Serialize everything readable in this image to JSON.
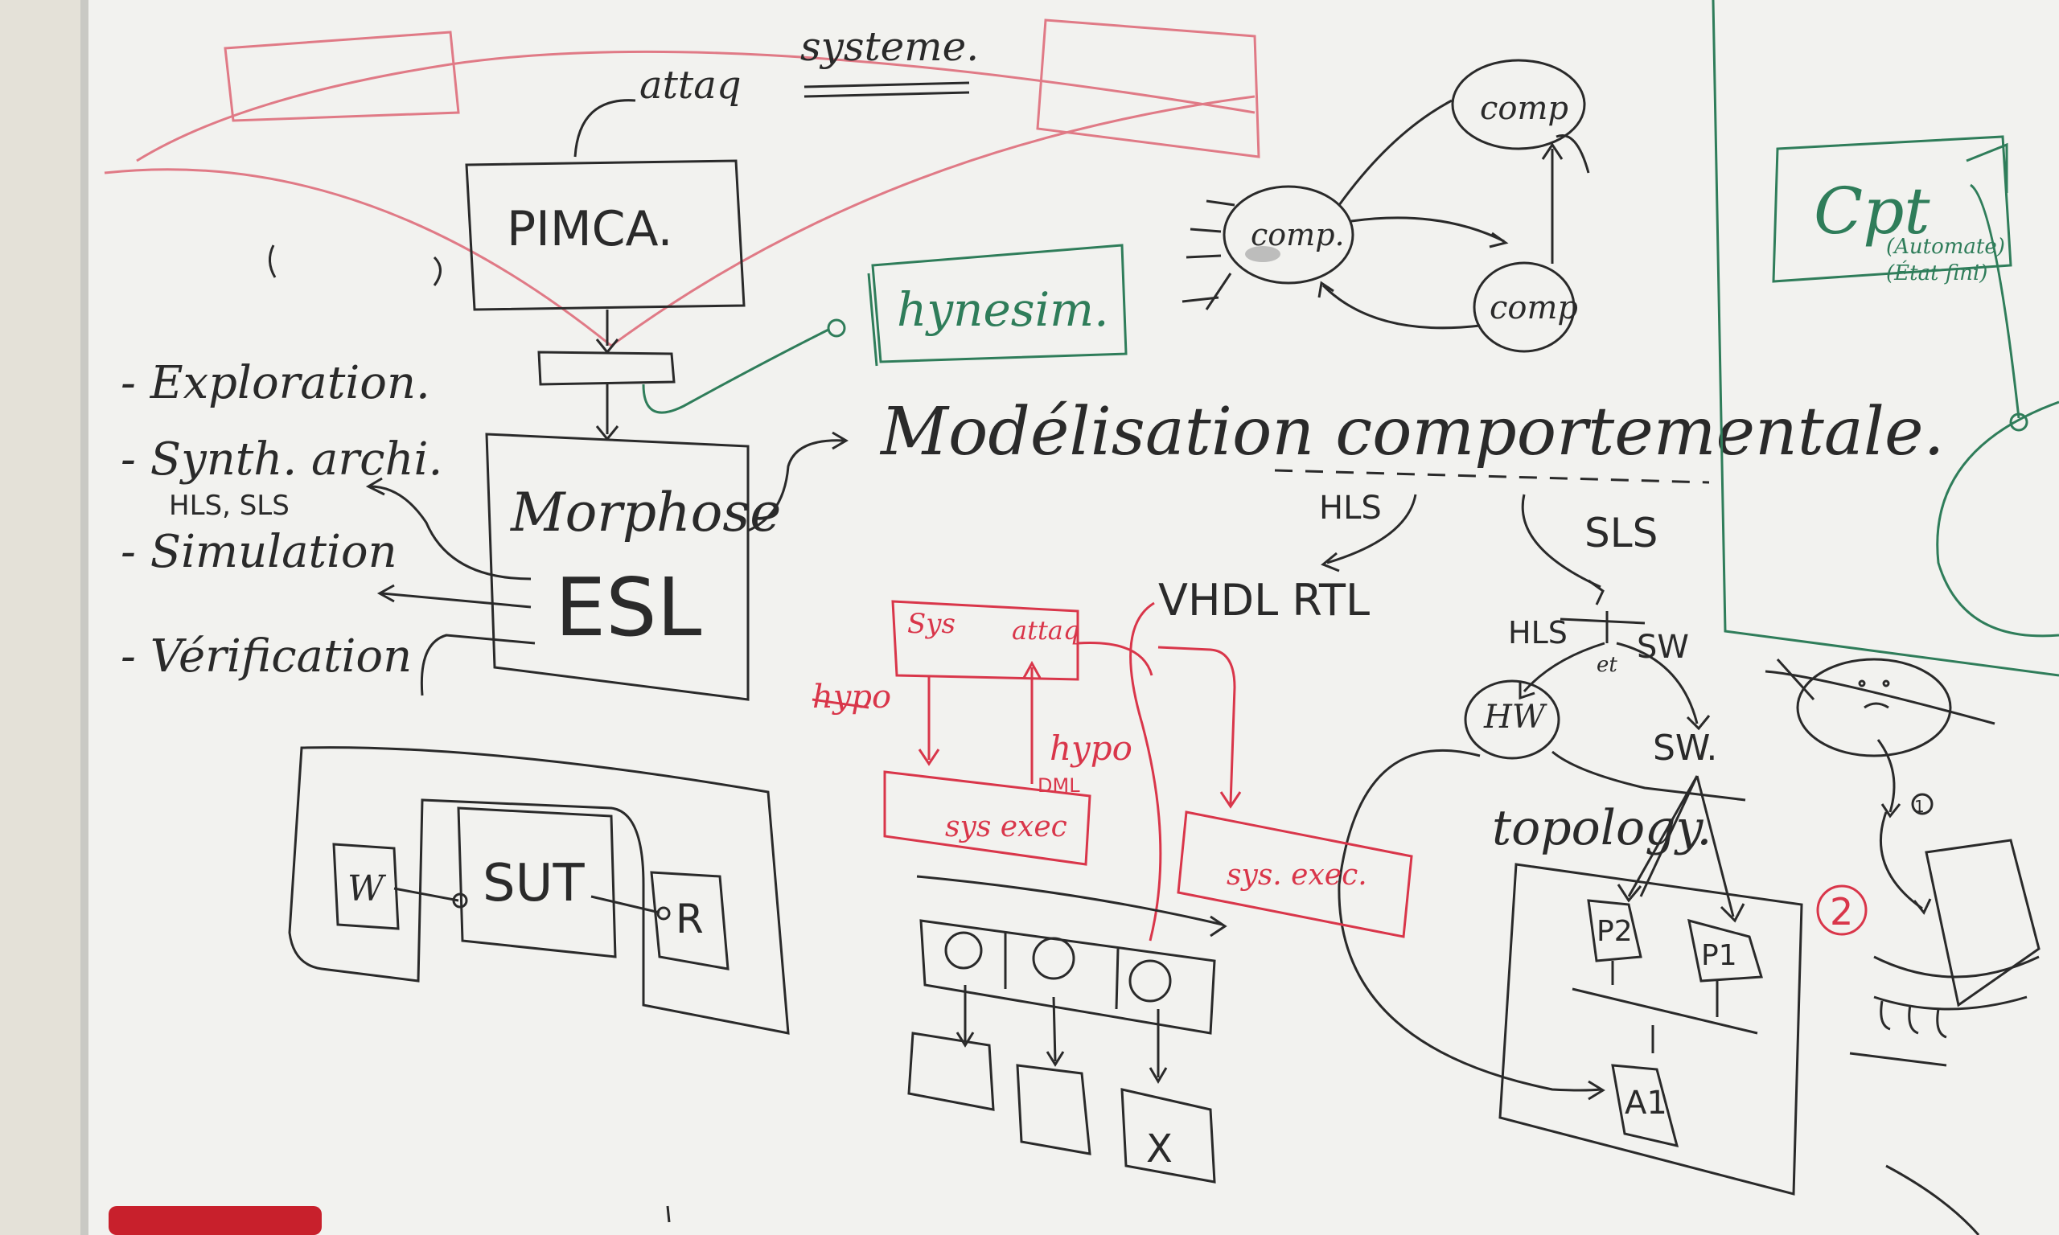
{
  "colors": {
    "black_marker": "#2a2a2a",
    "red_marker": "#d9364a",
    "green_marker": "#2f7d5a",
    "board": "#f2f2ef",
    "eraser": "#c8202c"
  },
  "texts": {
    "attaq": "attaq",
    "systeme": "systeme.",
    "pimca": "PIMCA.",
    "hypnesim": "hynesim.",
    "morphose": "Morphose",
    "esl": "ESL",
    "exploration": "- Exploration.",
    "synth": "- Synth. archi.",
    "hls_sls": "HLS, SLS",
    "simulation": "- Simulation",
    "verification": "- Vérification",
    "modelisation": "Modélisation comportementale.",
    "hls_top": "HLS",
    "sls_top": "SLS",
    "vhdl_rtl": "VHDL RTL",
    "hls_small": "HLS",
    "sw_small": "SW",
    "et": "et",
    "hw": "HW",
    "sw_node": "SW.",
    "topology": "topology.",
    "p2": "P2",
    "p1": "P1",
    "a1": "A1",
    "comp1": "comp",
    "comp2": "comp.",
    "comp3": "comp",
    "sut": "SUT",
    "w": "W",
    "r": "R",
    "x_box": "X",
    "sys": "Sys",
    "attaq_red": "attaq",
    "hypo1": "hypo",
    "hypo2": "hypo",
    "dml": "DML",
    "sys_exec1": "sys exec",
    "sys_exec2": "sys. exec.",
    "cpt": "Cpt",
    "automate": "(Automate)",
    "etat": "(État fini)",
    "num1": "1",
    "num2": "2"
  }
}
